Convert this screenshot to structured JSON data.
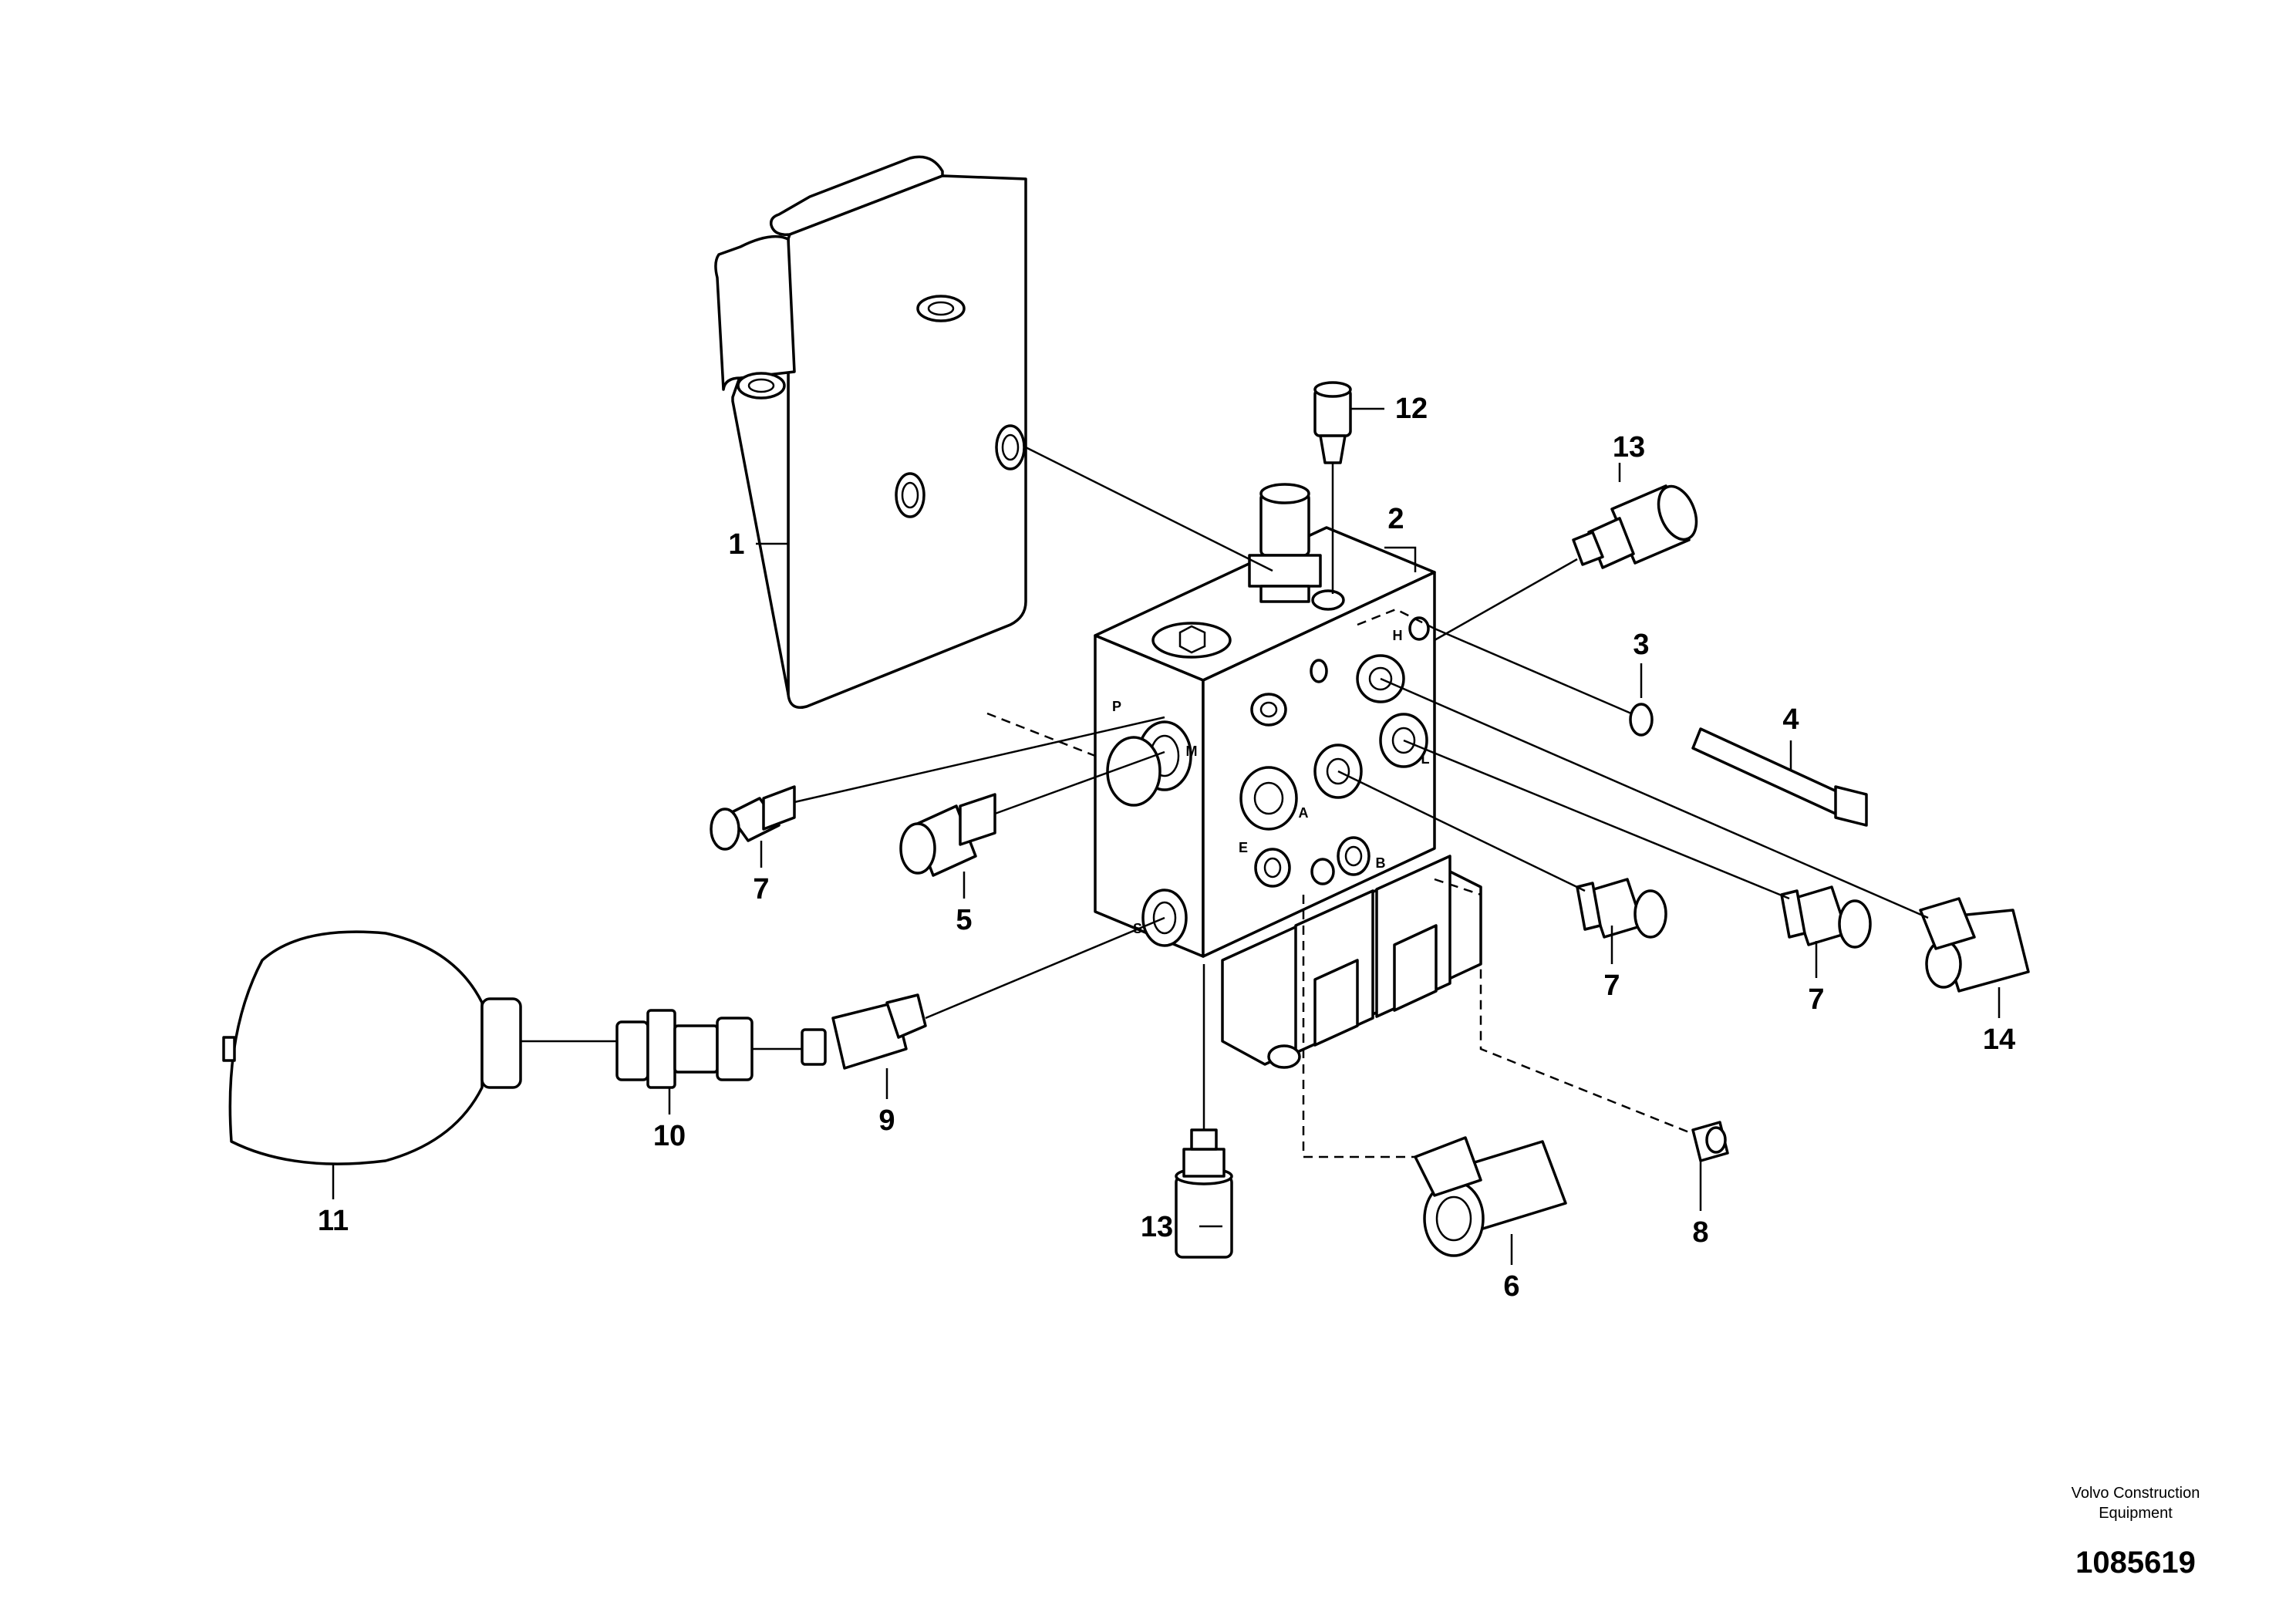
{
  "callouts": [
    {
      "id": "c1",
      "label": "1"
    },
    {
      "id": "c2",
      "label": "2"
    },
    {
      "id": "c3",
      "label": "3"
    },
    {
      "id": "c4",
      "label": "4"
    },
    {
      "id": "c5",
      "label": "5"
    },
    {
      "id": "c6",
      "label": "6"
    },
    {
      "id": "c7a",
      "label": "7"
    },
    {
      "id": "c7b",
      "label": "7"
    },
    {
      "id": "c7c",
      "label": "7"
    },
    {
      "id": "c8",
      "label": "8"
    },
    {
      "id": "c9",
      "label": "9"
    },
    {
      "id": "c10",
      "label": "10"
    },
    {
      "id": "c11",
      "label": "11"
    },
    {
      "id": "c12",
      "label": "12"
    },
    {
      "id": "c13a",
      "label": "13"
    },
    {
      "id": "c13b",
      "label": "13"
    },
    {
      "id": "c14",
      "label": "14"
    }
  ],
  "port_letters": [
    "P",
    "M",
    "H",
    "L",
    "A",
    "B",
    "E",
    "S"
  ],
  "footer": {
    "brand_line1": "Volvo Construction",
    "brand_line2": "Equipment",
    "document_number": "1085619"
  }
}
